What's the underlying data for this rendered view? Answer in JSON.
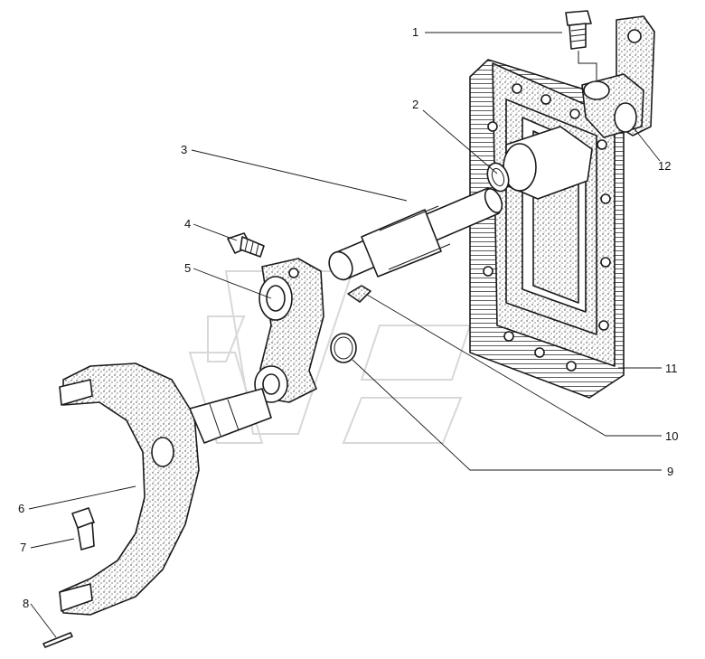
{
  "callouts": [
    {
      "id": "1",
      "label": "1"
    },
    {
      "id": "2",
      "label": "2"
    },
    {
      "id": "3",
      "label": "3"
    },
    {
      "id": "4",
      "label": "4"
    },
    {
      "id": "5",
      "label": "5"
    },
    {
      "id": "6",
      "label": "6"
    },
    {
      "id": "7",
      "label": "7"
    },
    {
      "id": "8",
      "label": "8"
    },
    {
      "id": "9",
      "label": "9"
    },
    {
      "id": "10",
      "label": "10"
    },
    {
      "id": "11",
      "label": "11"
    },
    {
      "id": "12",
      "label": "12"
    }
  ],
  "colors": {
    "ink": "#1a1a1a",
    "paper": "#ffffff",
    "watermark": "#d8d8d8"
  }
}
